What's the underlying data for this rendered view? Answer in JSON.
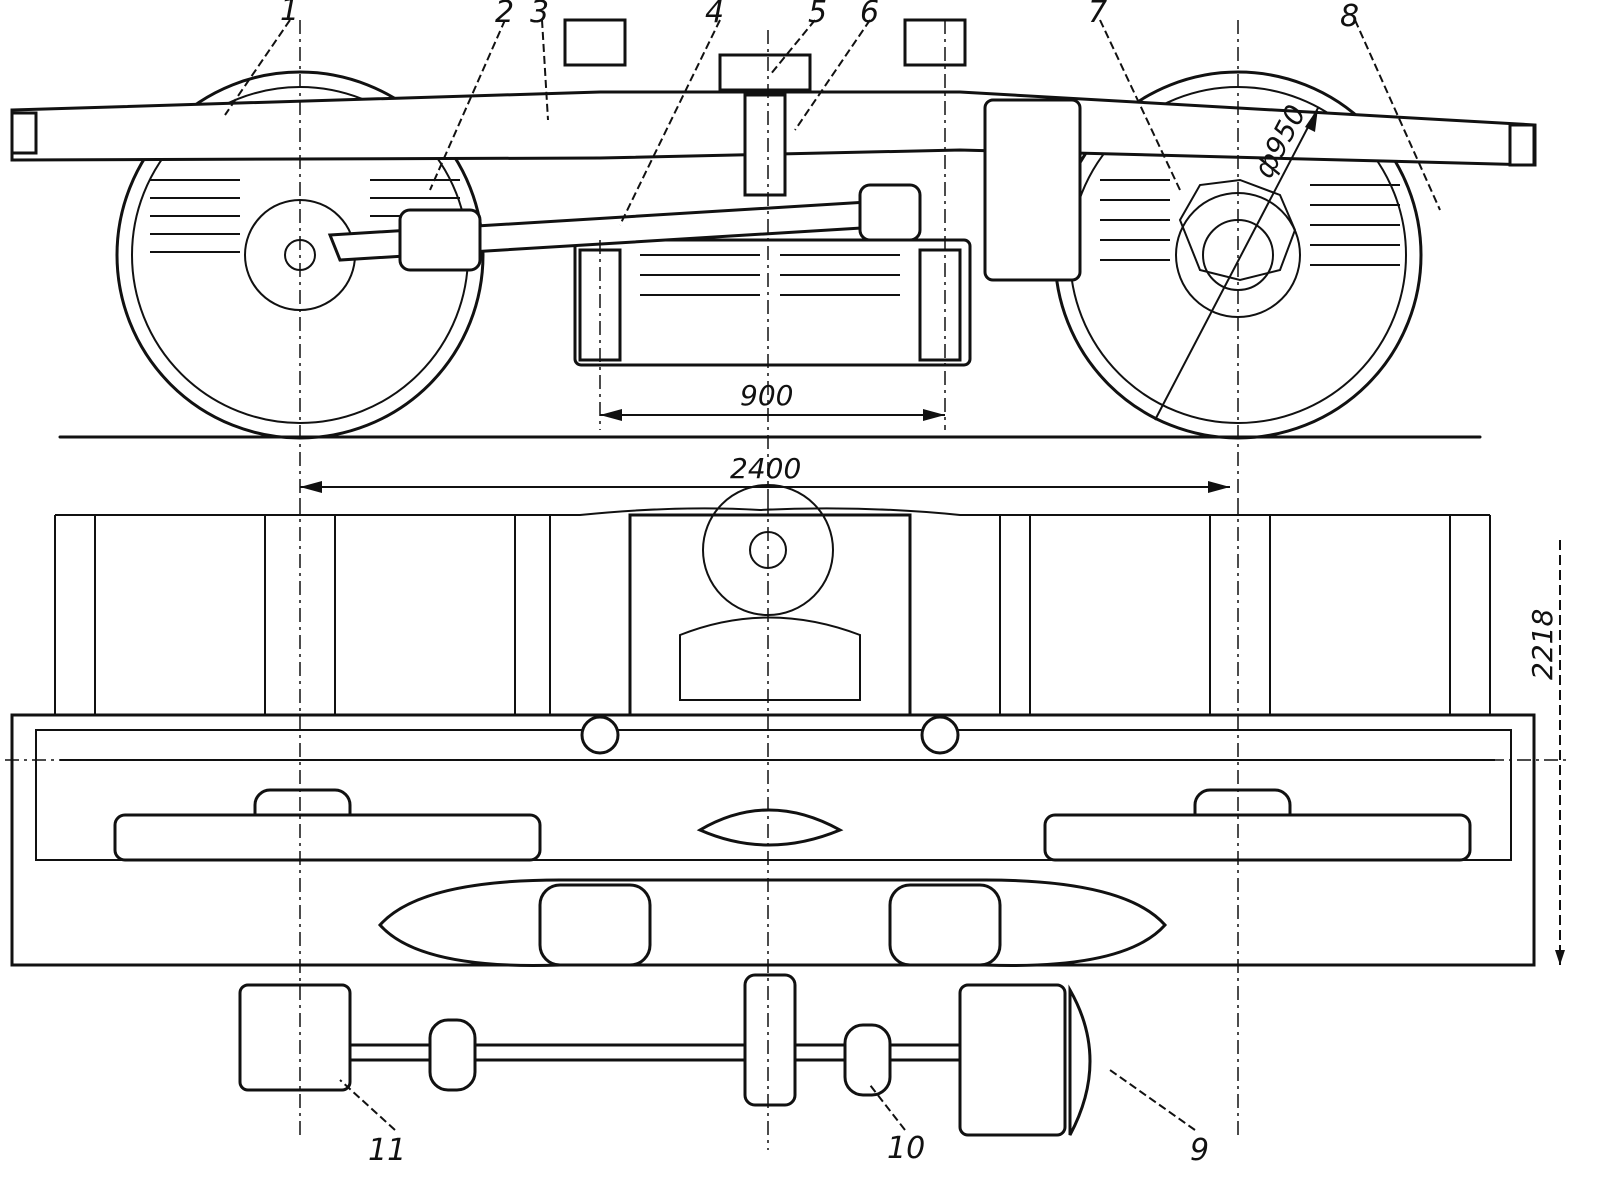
{
  "title": "Bogie side view and plan view",
  "callouts": [
    "1",
    "2",
    "3",
    "4",
    "5",
    "6",
    "7",
    "8",
    "9",
    "10",
    "11"
  ],
  "dimensions": {
    "axle_spring_base": "900",
    "wheelbase": "2400",
    "wheel_diameter": "ф950",
    "width": "2218"
  }
}
